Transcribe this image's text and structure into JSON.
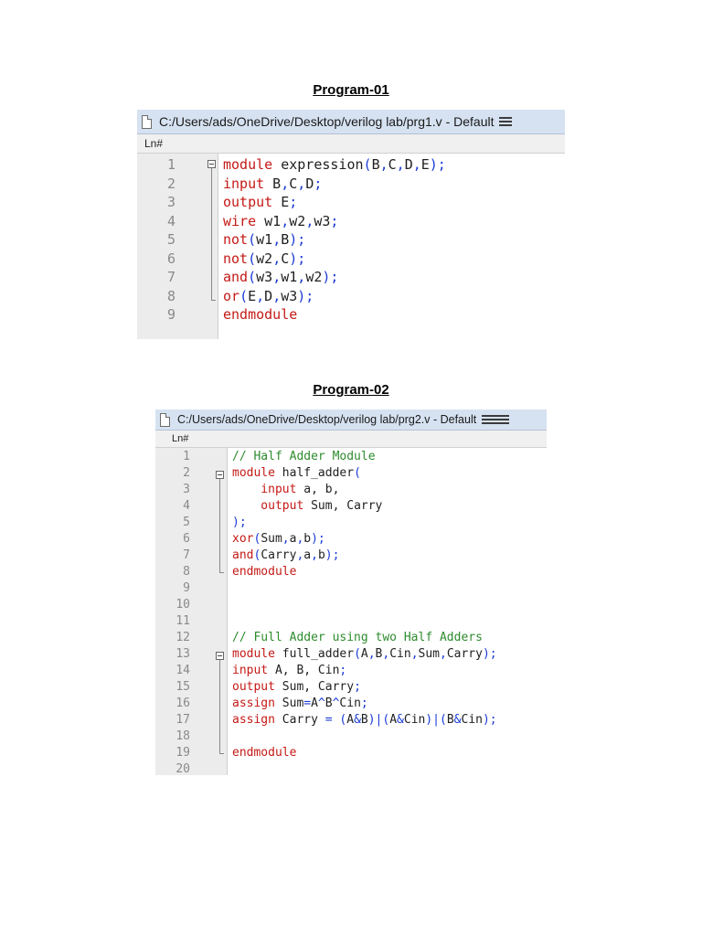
{
  "program1": {
    "heading": "Program-01",
    "title": "C:/Users/ads/OneDrive/Desktop/verilog lab/prg1.v - Default",
    "ln_header": "Ln#",
    "line_numbers": [
      "1",
      "2",
      "3",
      "4",
      "5",
      "6",
      "7",
      "8",
      "9"
    ],
    "lines": [
      [
        {
          "t": "module",
          "c": "kw"
        },
        {
          "t": " expression",
          "c": "txt"
        },
        {
          "t": "(",
          "c": "pn"
        },
        {
          "t": "B",
          "c": "txt"
        },
        {
          "t": ",",
          "c": "pn"
        },
        {
          "t": "C",
          "c": "txt"
        },
        {
          "t": ",",
          "c": "pn"
        },
        {
          "t": "D",
          "c": "txt"
        },
        {
          "t": ",",
          "c": "pn"
        },
        {
          "t": "E",
          "c": "txt"
        },
        {
          "t": ");",
          "c": "pn"
        }
      ],
      [
        {
          "t": "input",
          "c": "kw"
        },
        {
          "t": " B",
          "c": "txt"
        },
        {
          "t": ",",
          "c": "pn"
        },
        {
          "t": "C",
          "c": "txt"
        },
        {
          "t": ",",
          "c": "pn"
        },
        {
          "t": "D",
          "c": "txt"
        },
        {
          "t": ";",
          "c": "pn"
        }
      ],
      [
        {
          "t": "output",
          "c": "kw"
        },
        {
          "t": " E",
          "c": "txt"
        },
        {
          "t": ";",
          "c": "pn"
        }
      ],
      [
        {
          "t": "wire",
          "c": "kw"
        },
        {
          "t": " w1",
          "c": "txt"
        },
        {
          "t": ",",
          "c": "pn"
        },
        {
          "t": "w2",
          "c": "txt"
        },
        {
          "t": ",",
          "c": "pn"
        },
        {
          "t": "w3",
          "c": "txt"
        },
        {
          "t": ";",
          "c": "pn"
        }
      ],
      [
        {
          "t": "not",
          "c": "kw"
        },
        {
          "t": "(",
          "c": "pn"
        },
        {
          "t": "w1",
          "c": "txt"
        },
        {
          "t": ",",
          "c": "pn"
        },
        {
          "t": "B",
          "c": "txt"
        },
        {
          "t": ");",
          "c": "pn"
        }
      ],
      [
        {
          "t": "not",
          "c": "kw"
        },
        {
          "t": "(",
          "c": "pn"
        },
        {
          "t": "w2",
          "c": "txt"
        },
        {
          "t": ",",
          "c": "pn"
        },
        {
          "t": "C",
          "c": "txt"
        },
        {
          "t": ");",
          "c": "pn"
        }
      ],
      [
        {
          "t": "and",
          "c": "kw"
        },
        {
          "t": "(",
          "c": "pn"
        },
        {
          "t": "w3",
          "c": "txt"
        },
        {
          "t": ",",
          "c": "pn"
        },
        {
          "t": "w1",
          "c": "txt"
        },
        {
          "t": ",",
          "c": "pn"
        },
        {
          "t": "w2",
          "c": "txt"
        },
        {
          "t": ");",
          "c": "pn"
        }
      ],
      [
        {
          "t": "or",
          "c": "kw"
        },
        {
          "t": "(",
          "c": "pn"
        },
        {
          "t": "E",
          "c": "txt"
        },
        {
          "t": ",",
          "c": "pn"
        },
        {
          "t": "D",
          "c": "txt"
        },
        {
          "t": ",",
          "c": "pn"
        },
        {
          "t": "w3",
          "c": "txt"
        },
        {
          "t": ");",
          "c": "pn"
        }
      ],
      [
        {
          "t": "endmodule",
          "c": "kw"
        }
      ]
    ]
  },
  "program2": {
    "heading": "Program-02",
    "title": "C:/Users/ads/OneDrive/Desktop/verilog lab/prg2.v - Default",
    "ln_header": "Ln#",
    "line_numbers": [
      "1",
      "2",
      "3",
      "4",
      "5",
      "6",
      "7",
      "8",
      "9",
      "10",
      "11",
      "12",
      "13",
      "14",
      "15",
      "16",
      "17",
      "18",
      "19",
      "20"
    ],
    "lines": [
      [
        {
          "t": "// Half Adder Module",
          "c": "cm"
        }
      ],
      [
        {
          "t": "module",
          "c": "kw"
        },
        {
          "t": " half_adder",
          "c": "txt"
        },
        {
          "t": "(",
          "c": "pn"
        }
      ],
      [
        {
          "t": "    input",
          "c": "kw"
        },
        {
          "t": " a, b,",
          "c": "txt"
        }
      ],
      [
        {
          "t": "    output",
          "c": "kw"
        },
        {
          "t": " Sum, Carry",
          "c": "txt"
        }
      ],
      [
        {
          "t": ");",
          "c": "pn"
        }
      ],
      [
        {
          "t": "xor",
          "c": "kw"
        },
        {
          "t": "(",
          "c": "pn"
        },
        {
          "t": "Sum",
          "c": "txt"
        },
        {
          "t": ",",
          "c": "pn"
        },
        {
          "t": "a",
          "c": "txt"
        },
        {
          "t": ",",
          "c": "pn"
        },
        {
          "t": "b",
          "c": "txt"
        },
        {
          "t": ");",
          "c": "pn"
        }
      ],
      [
        {
          "t": "and",
          "c": "kw"
        },
        {
          "t": "(",
          "c": "pn"
        },
        {
          "t": "Carry",
          "c": "txt"
        },
        {
          "t": ",",
          "c": "pn"
        },
        {
          "t": "a",
          "c": "txt"
        },
        {
          "t": ",",
          "c": "pn"
        },
        {
          "t": "b",
          "c": "txt"
        },
        {
          "t": ");",
          "c": "pn"
        }
      ],
      [
        {
          "t": "endmodule",
          "c": "kw"
        }
      ],
      [],
      [],
      [],
      [
        {
          "t": "// Full Adder using two Half Adders",
          "c": "cm"
        }
      ],
      [
        {
          "t": "module",
          "c": "kw"
        },
        {
          "t": " full_adder",
          "c": "txt"
        },
        {
          "t": "(",
          "c": "pn"
        },
        {
          "t": "A",
          "c": "txt"
        },
        {
          "t": ",",
          "c": "pn"
        },
        {
          "t": "B",
          "c": "txt"
        },
        {
          "t": ",",
          "c": "pn"
        },
        {
          "t": "Cin",
          "c": "txt"
        },
        {
          "t": ",",
          "c": "pn"
        },
        {
          "t": "Sum",
          "c": "txt"
        },
        {
          "t": ",",
          "c": "pn"
        },
        {
          "t": "Carry",
          "c": "txt"
        },
        {
          "t": ");",
          "c": "pn"
        }
      ],
      [
        {
          "t": "input",
          "c": "kw"
        },
        {
          "t": " A, B, Cin",
          "c": "txt"
        },
        {
          "t": ";",
          "c": "pn"
        }
      ],
      [
        {
          "t": "output",
          "c": "kw"
        },
        {
          "t": " Sum, Carry",
          "c": "txt"
        },
        {
          "t": ";",
          "c": "pn"
        }
      ],
      [
        {
          "t": "assign",
          "c": "kw"
        },
        {
          "t": " Sum",
          "c": "txt"
        },
        {
          "t": "=",
          "c": "pn"
        },
        {
          "t": "A",
          "c": "txt"
        },
        {
          "t": "^",
          "c": "pn"
        },
        {
          "t": "B",
          "c": "txt"
        },
        {
          "t": "^",
          "c": "pn"
        },
        {
          "t": "Cin",
          "c": "txt"
        },
        {
          "t": ";",
          "c": "pn"
        }
      ],
      [
        {
          "t": "assign",
          "c": "kw"
        },
        {
          "t": " Carry ",
          "c": "txt"
        },
        {
          "t": "=",
          "c": "pn"
        },
        {
          "t": " (",
          "c": "pn"
        },
        {
          "t": "A",
          "c": "txt"
        },
        {
          "t": "&",
          "c": "pn"
        },
        {
          "t": "B",
          "c": "txt"
        },
        {
          "t": ")|(",
          "c": "pn"
        },
        {
          "t": "A",
          "c": "txt"
        },
        {
          "t": "&",
          "c": "pn"
        },
        {
          "t": "Cin",
          "c": "txt"
        },
        {
          "t": ")|(",
          "c": "pn"
        },
        {
          "t": "B",
          "c": "txt"
        },
        {
          "t": "&",
          "c": "pn"
        },
        {
          "t": "Cin",
          "c": "txt"
        },
        {
          "t": ");",
          "c": "pn"
        }
      ],
      [],
      [
        {
          "t": "endmodule",
          "c": "kw"
        }
      ],
      []
    ]
  },
  "colors": {
    "keyword": "#c41a16",
    "punctuation": "#1a3ad6",
    "comment": "#2e8b2e",
    "titlebar": "#d6e2f1",
    "gutter": "#ececec"
  }
}
